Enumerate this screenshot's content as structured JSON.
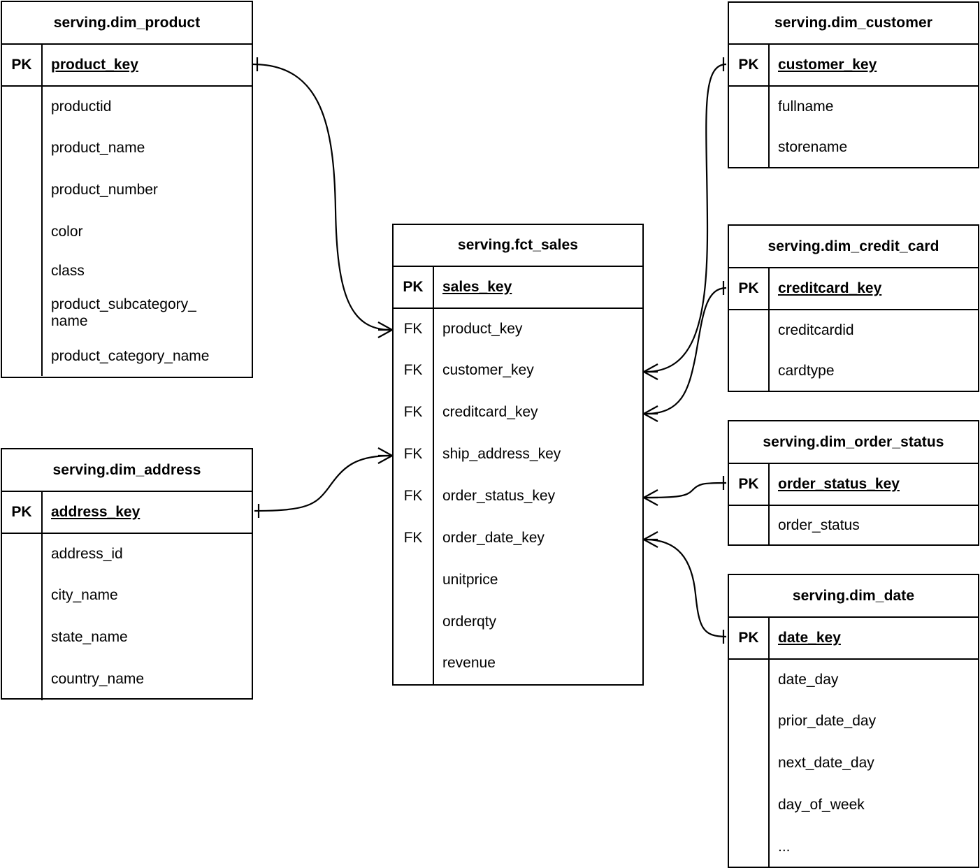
{
  "diagram": {
    "type": "entity-relationship-diagram",
    "notation": "crow-foot",
    "stroke_color": "#000000",
    "background_color": "#ffffff",
    "key_labels": {
      "primary": "PK",
      "foreign": "FK"
    }
  },
  "entities": {
    "dim_product": {
      "title": "serving.dim_product",
      "pk": {
        "key": "PK",
        "field": "product_key"
      },
      "fields": [
        "productid",
        "product_name",
        "product_number",
        "color",
        "class",
        "product_subcategory_\nname",
        "product_category_name"
      ]
    },
    "dim_address": {
      "title": "serving.dim_address",
      "pk": {
        "key": "PK",
        "field": "address_key"
      },
      "fields": [
        "address_id",
        "city_name",
        "state_name",
        "country_name"
      ]
    },
    "fct_sales": {
      "title": "serving.fct_sales",
      "pk": {
        "key": "PK",
        "field": "sales_key"
      },
      "rows": [
        {
          "key": "FK",
          "field": "product_key"
        },
        {
          "key": "FK",
          "field": "customer_key"
        },
        {
          "key": "FK",
          "field": "creditcard_key"
        },
        {
          "key": "FK",
          "field": "ship_address_key"
        },
        {
          "key": "FK",
          "field": "order_status_key"
        },
        {
          "key": "FK",
          "field": "order_date_key"
        },
        {
          "key": "",
          "field": "unitprice"
        },
        {
          "key": "",
          "field": "orderqty"
        },
        {
          "key": "",
          "field": "revenue"
        }
      ]
    },
    "dim_customer": {
      "title": "serving.dim_customer",
      "pk": {
        "key": "PK",
        "field": "customer_key"
      },
      "fields": [
        "fullname",
        "storename"
      ]
    },
    "dim_credit_card": {
      "title": "serving.dim_credit_card",
      "pk": {
        "key": "PK",
        "field": "creditcard_key"
      },
      "fields": [
        "creditcardid",
        "cardtype"
      ]
    },
    "dim_order_status": {
      "title": "serving.dim_order_status",
      "pk": {
        "key": "PK",
        "field": "order_status_key"
      },
      "fields": [
        "order_status"
      ]
    },
    "dim_date": {
      "title": "serving.dim_date",
      "pk": {
        "key": "PK",
        "field": "date_key"
      },
      "fields": [
        "date_day",
        "prior_date_day",
        "next_date_day",
        "day_of_week",
        "..."
      ]
    }
  },
  "relationships": [
    {
      "from": "dim_product.product_key",
      "to": "fct_sales.product_key",
      "from_cardinality": "one",
      "to_cardinality": "many"
    },
    {
      "from": "dim_address.address_key",
      "to": "fct_sales.ship_address_key",
      "from_cardinality": "one",
      "to_cardinality": "many"
    },
    {
      "from": "dim_customer.customer_key",
      "to": "fct_sales.customer_key",
      "from_cardinality": "one",
      "to_cardinality": "many"
    },
    {
      "from": "dim_credit_card.creditcard_key",
      "to": "fct_sales.creditcard_key",
      "from_cardinality": "one",
      "to_cardinality": "many"
    },
    {
      "from": "dim_order_status.order_status_key",
      "to": "fct_sales.order_status_key",
      "from_cardinality": "one",
      "to_cardinality": "many"
    },
    {
      "from": "dim_date.date_key",
      "to": "fct_sales.order_date_key",
      "from_cardinality": "one",
      "to_cardinality": "many"
    }
  ]
}
